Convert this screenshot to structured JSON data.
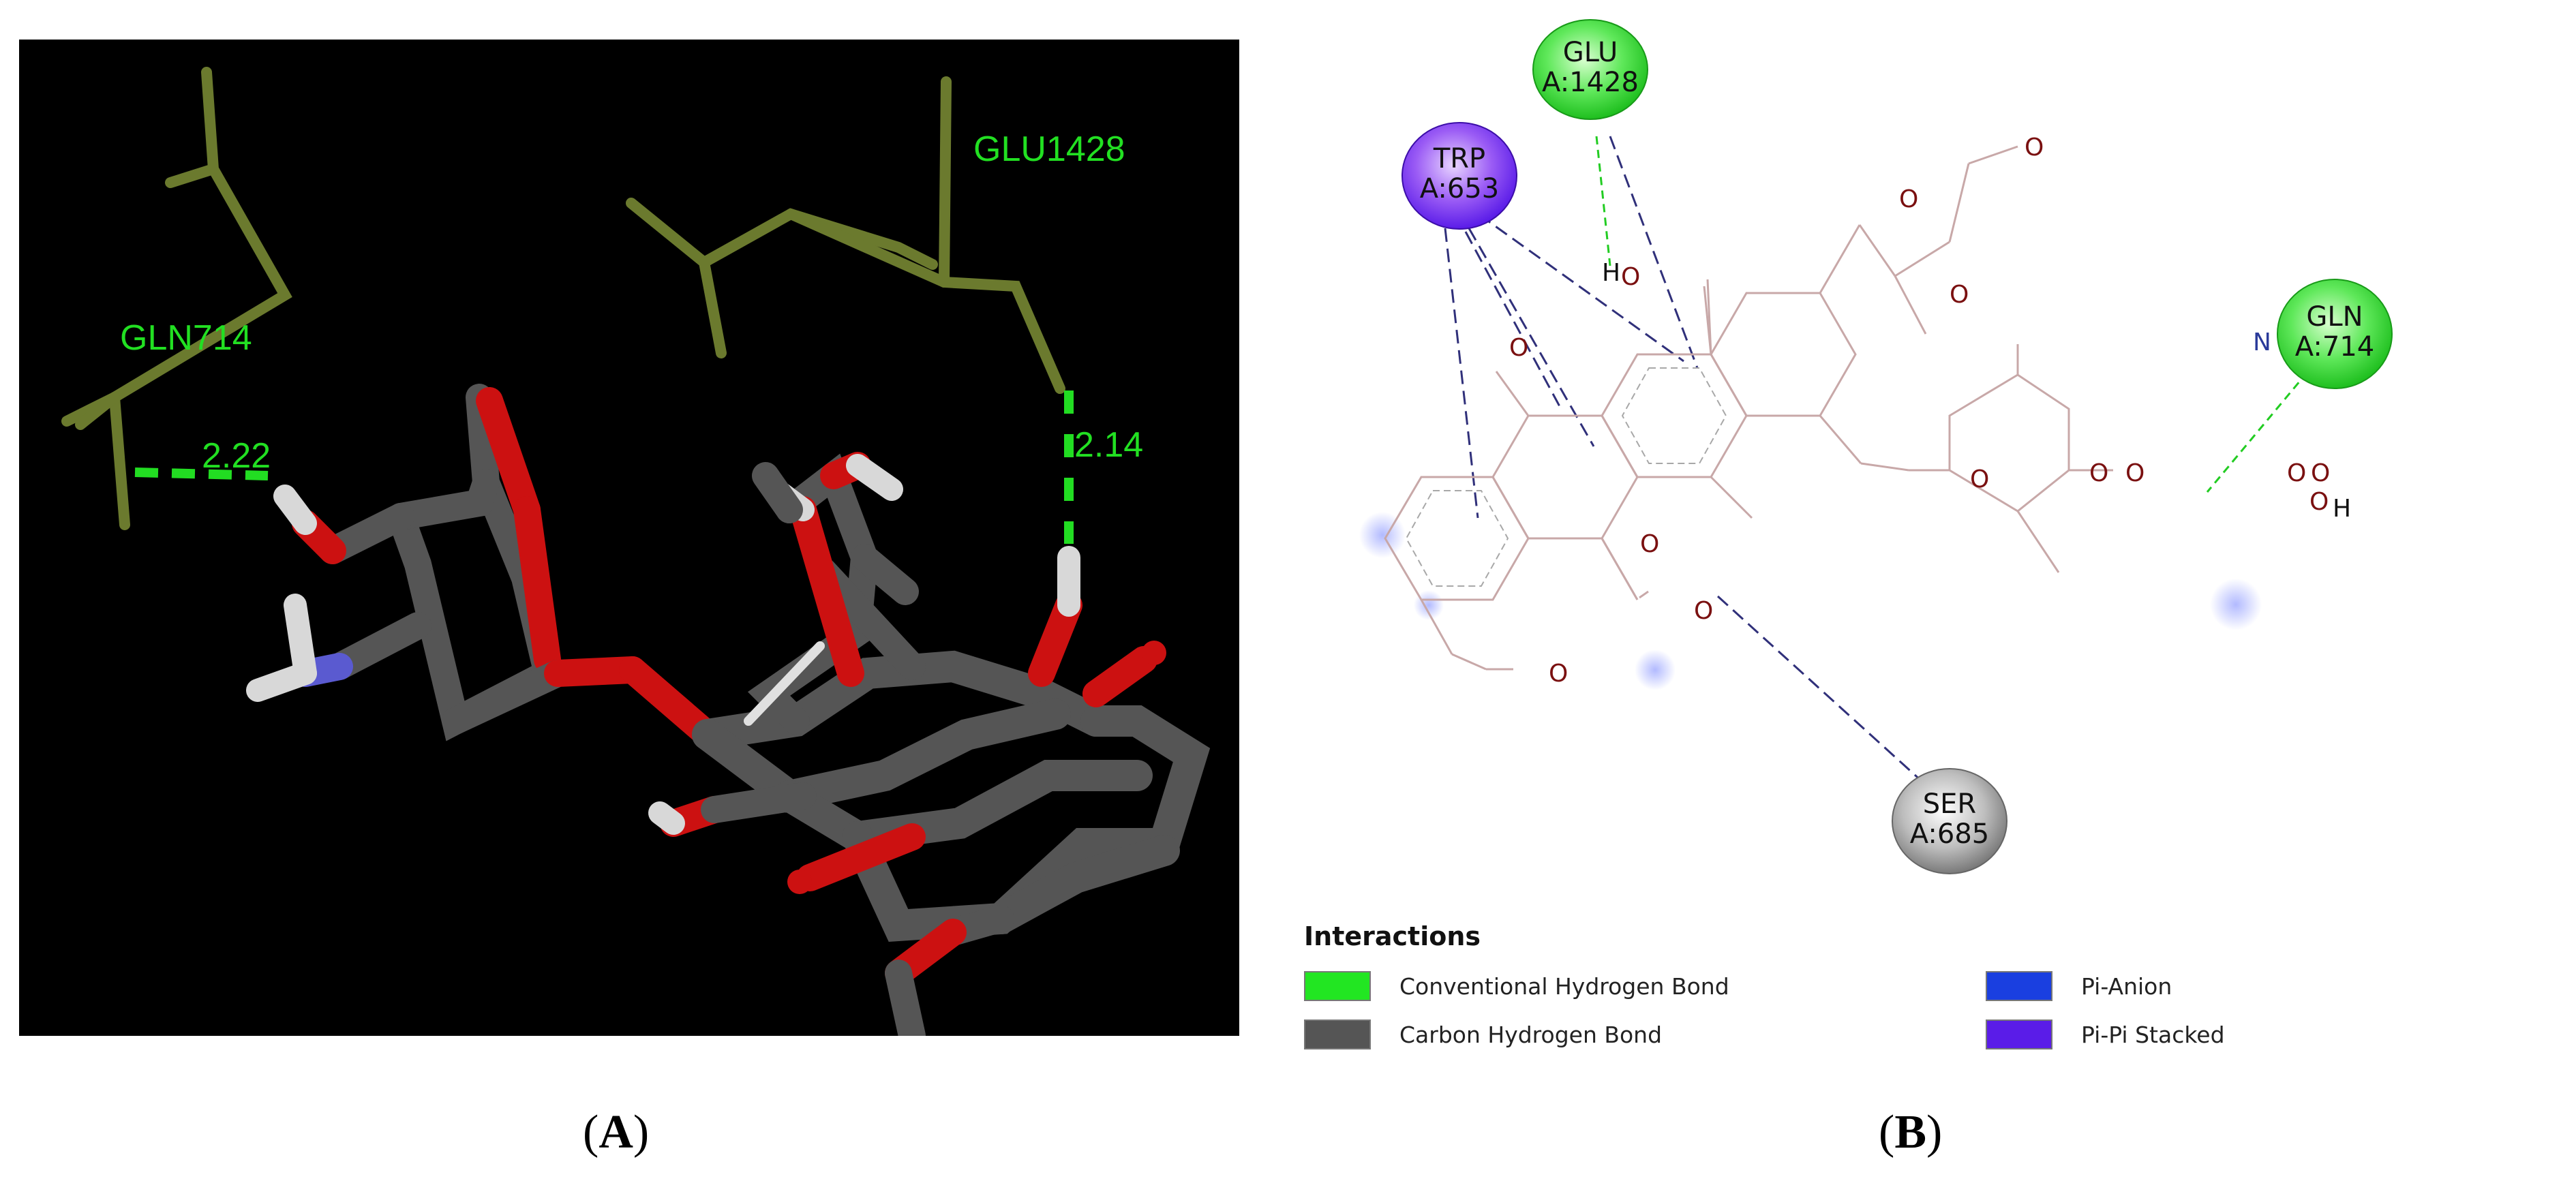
{
  "panel_a": {
    "label": "A",
    "residue_labels": [
      "GLU1428",
      "GLN714"
    ],
    "distances": [
      "2.22",
      "2.14"
    ]
  },
  "panel_b": {
    "label": "B",
    "residues": [
      {
        "id": "glu",
        "name": "GLU",
        "chain": "A:1428",
        "type": "Conventional Hydrogen Bond"
      },
      {
        "id": "trp",
        "name": "TRP",
        "chain": "A:653",
        "type": "Pi-Pi Stacked"
      },
      {
        "id": "gln",
        "name": "GLN",
        "chain": "A:714",
        "type": "Conventional Hydrogen Bond"
      },
      {
        "id": "ser",
        "name": "SER",
        "chain": "A:685",
        "type": "Carbon Hydrogen Bond"
      }
    ],
    "atoms": {
      "O": "O",
      "H": "H",
      "N": "N"
    },
    "legend": {
      "title": "Interactions",
      "items": [
        {
          "label": "Conventional Hydrogen Bond",
          "color": "#22e622"
        },
        {
          "label": "Carbon Hydrogen Bond",
          "color": "#555555"
        },
        {
          "label": "Pi-Anion",
          "color": "#1a3fe0"
        },
        {
          "label": "Pi-Pi Stacked",
          "color": "#5a1ce8"
        }
      ]
    }
  },
  "colors": {
    "carbon": "#555555",
    "oxygen": "#cc1111",
    "nitrogen": "#5a5ad0",
    "hydrogen": "#d8d8d8",
    "residue_stick": "#6b7a2e",
    "hbond": "#22dd22",
    "bond_line": "#c8a8a8",
    "heteroatom": "#7a1010"
  }
}
